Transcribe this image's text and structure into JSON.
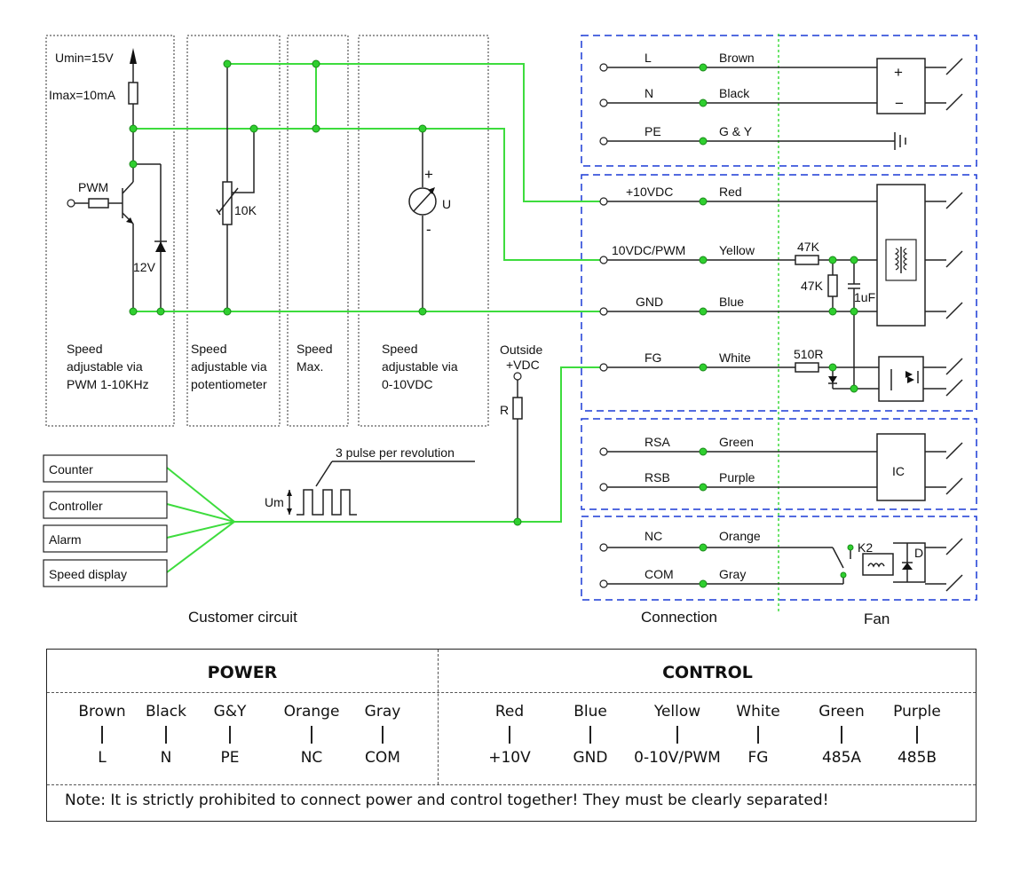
{
  "colors": {
    "wire": "#3ddc3d",
    "dot": "#2fcf2f",
    "dashed_box": "#1a3ad6"
  },
  "customer": {
    "umin": "Umin=15V",
    "imax": "Imax=10mA",
    "pwm_label": "PWM",
    "zener_label": "12V",
    "pot_label": "10K",
    "meter_plus": "+",
    "meter_minus": "-",
    "meter_u": "U",
    "outside_vdc": [
      "Outside",
      "+VDC"
    ],
    "r_label": "R",
    "um_label": "Um",
    "pulse_label": "3 pulse per revolution",
    "section_pwm": [
      "Speed",
      "adjustable via",
      "PWM 1-10KHz"
    ],
    "section_pot": [
      "Speed",
      "adjustable via",
      "potentiometer"
    ],
    "section_max": [
      "Speed",
      "Max."
    ],
    "section_vdc": [
      "Speed",
      "adjustable via",
      "0-10VDC"
    ],
    "boxes": [
      "Counter",
      "Controller",
      "Alarm",
      "Speed display"
    ],
    "caption": "Customer circuit"
  },
  "connection": {
    "caption": "Connection",
    "rows": [
      {
        "signal": "L",
        "color": "Brown"
      },
      {
        "signal": "N",
        "color": "Black"
      },
      {
        "signal": "PE",
        "color": "G & Y"
      },
      {
        "signal": "+10VDC",
        "color": "Red"
      },
      {
        "signal": "10VDC/PWM",
        "color": "Yellow"
      },
      {
        "signal": "GND",
        "color": "Blue"
      },
      {
        "signal": "FG",
        "color": "White"
      },
      {
        "signal": "RSA",
        "color": "Green"
      },
      {
        "signal": "RSB",
        "color": "Purple"
      },
      {
        "signal": "NC",
        "color": "Orange"
      },
      {
        "signal": "COM",
        "color": "Gray"
      }
    ]
  },
  "fan": {
    "caption": "Fan",
    "r47k_a": "47K",
    "r47k_b": "47K",
    "cap": "1uF",
    "r510": "510R",
    "ic": "IC",
    "relay": "K2",
    "diode": "D",
    "plus": "+",
    "minus": "−"
  },
  "summary": {
    "power_title": "POWER",
    "control_title": "CONTROL",
    "power": [
      {
        "top": "Brown",
        "bottom": "L"
      },
      {
        "top": "Black",
        "bottom": "N"
      },
      {
        "top": "G&Y",
        "bottom": "PE"
      },
      {
        "top": "Orange",
        "bottom": "NC"
      },
      {
        "top": "Gray",
        "bottom": "COM"
      }
    ],
    "control": [
      {
        "top": "Red",
        "bottom": "+10V"
      },
      {
        "top": "Blue",
        "bottom": "GND"
      },
      {
        "top": "Yellow",
        "bottom": "0-10V/PWM"
      },
      {
        "top": "White",
        "bottom": "FG"
      },
      {
        "top": "Green",
        "bottom": "485A"
      },
      {
        "top": "Purple",
        "bottom": "485B"
      }
    ],
    "note": "Note: It is strictly prohibited to connect power and control together!  They must be clearly separated!"
  }
}
